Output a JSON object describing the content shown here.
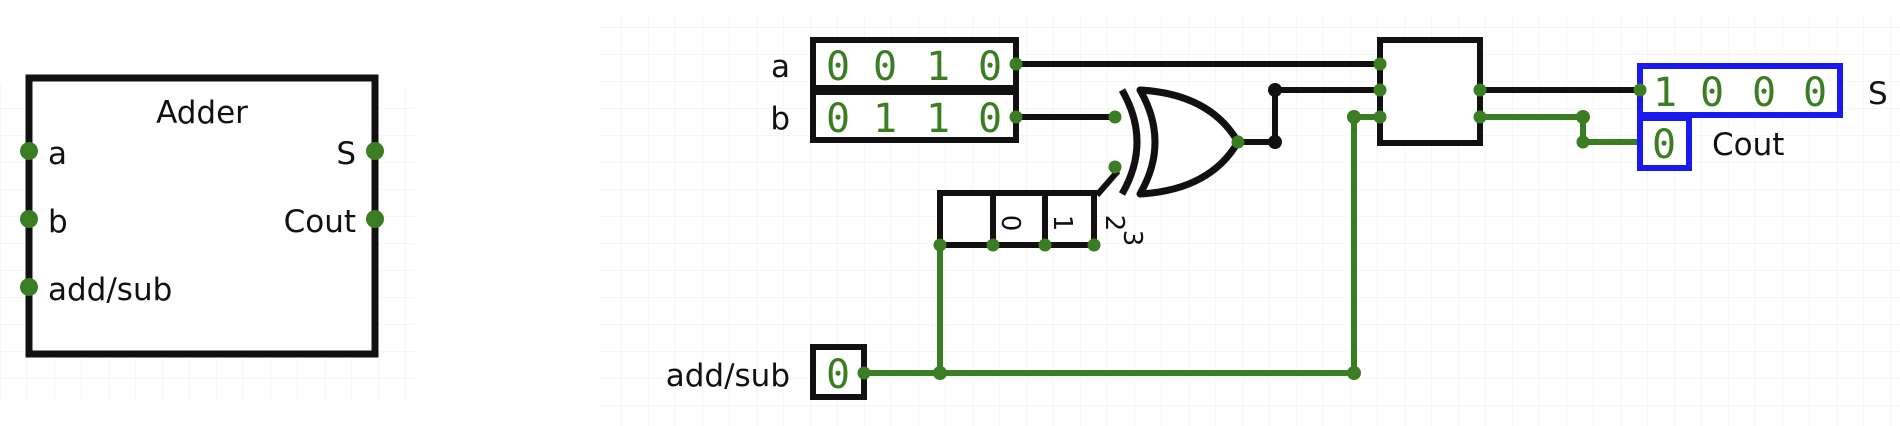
{
  "symbol": {
    "title": "Adder",
    "inputs": [
      "a",
      "b",
      "add/sub"
    ],
    "outputs": [
      "S",
      "Cout"
    ]
  },
  "circuit": {
    "input_a": {
      "label": "a",
      "bits": [
        "0",
        "0",
        "1",
        "0"
      ]
    },
    "input_b": {
      "label": "b",
      "bits": [
        "0",
        "1",
        "1",
        "0"
      ]
    },
    "add_sub": {
      "label": "add/sub",
      "bits": [
        "0"
      ]
    },
    "splitter_indices": [
      "0",
      "1",
      "2",
      "3"
    ],
    "output_s": {
      "label": "S",
      "bits": [
        "1",
        "0",
        "0",
        "0"
      ]
    },
    "output_cout": {
      "label": "Cout",
      "bits": [
        "0"
      ]
    }
  },
  "colors": {
    "wire_active": "#3a7d22",
    "wire_bus": "#111111",
    "output_border": "#1a1aee",
    "grid": "#ececec"
  }
}
